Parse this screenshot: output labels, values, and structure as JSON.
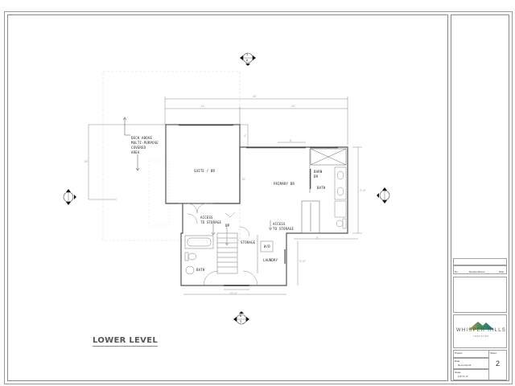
{
  "drawing": {
    "level_title": "LOWER LEVEL",
    "rooms": {
      "suite_br": "SUITE / BR",
      "primary_br": "PRIMARY BR",
      "barn_dr": [
        "BARN",
        "DR"
      ],
      "primary_bath": "BATH",
      "lower_bath": "BATH",
      "storage": "STORAGE",
      "wd": "W/D",
      "laundry": "LAUNDRY",
      "stair_up": "UP"
    },
    "notes": {
      "deck": [
        "DECK ABOVE",
        "MULTI-PURPOSE",
        "COVERED",
        "AREA"
      ],
      "access_storage_left": [
        "ACCESS",
        "TO STORAGE"
      ],
      "access_storage_right": [
        "ACCESS",
        "TO STORAGE"
      ]
    },
    "dimensions": {
      "overall_width": "34'",
      "suite_width": "14'",
      "primary_width": "20'",
      "deck_height": "18'",
      "suite_height": "15'",
      "offset_top": "4'",
      "window_width": "6'",
      "primary_height": "9'-6\"",
      "stair_block_height": "9'-6\"",
      "stair_block_width": "15'-6\"",
      "bath_offset": "5'",
      "window_lower": "6'"
    },
    "section_markers": {
      "top": {
        "number": "3",
        "sheet": "A"
      },
      "bottom": {
        "number": "B",
        "sheet": "3"
      },
      "left": {
        "number": "1",
        "sheet": "A"
      },
      "right": {
        "number": "C",
        "sheet": "1"
      }
    }
  },
  "title_block": {
    "revision_headers": {
      "no": "No.",
      "revision": "Revision/Issue",
      "date": "Date"
    },
    "logo_name": "WHISPER HILLS",
    "logo_sub": "TREHAVEN",
    "logo_colors": {
      "mountain_left": "#3d8f5a",
      "mountain_right": "#2a6e8c",
      "mountain_gold": "#c9a33a"
    },
    "project_label": "Project",
    "sheet_label": "Sheet",
    "date_label": "Date",
    "date_value": "Dec-ume-21",
    "scale_label": "Scale",
    "scale_value": "1/4\"=1'-0\"",
    "sheet_number": "2"
  }
}
